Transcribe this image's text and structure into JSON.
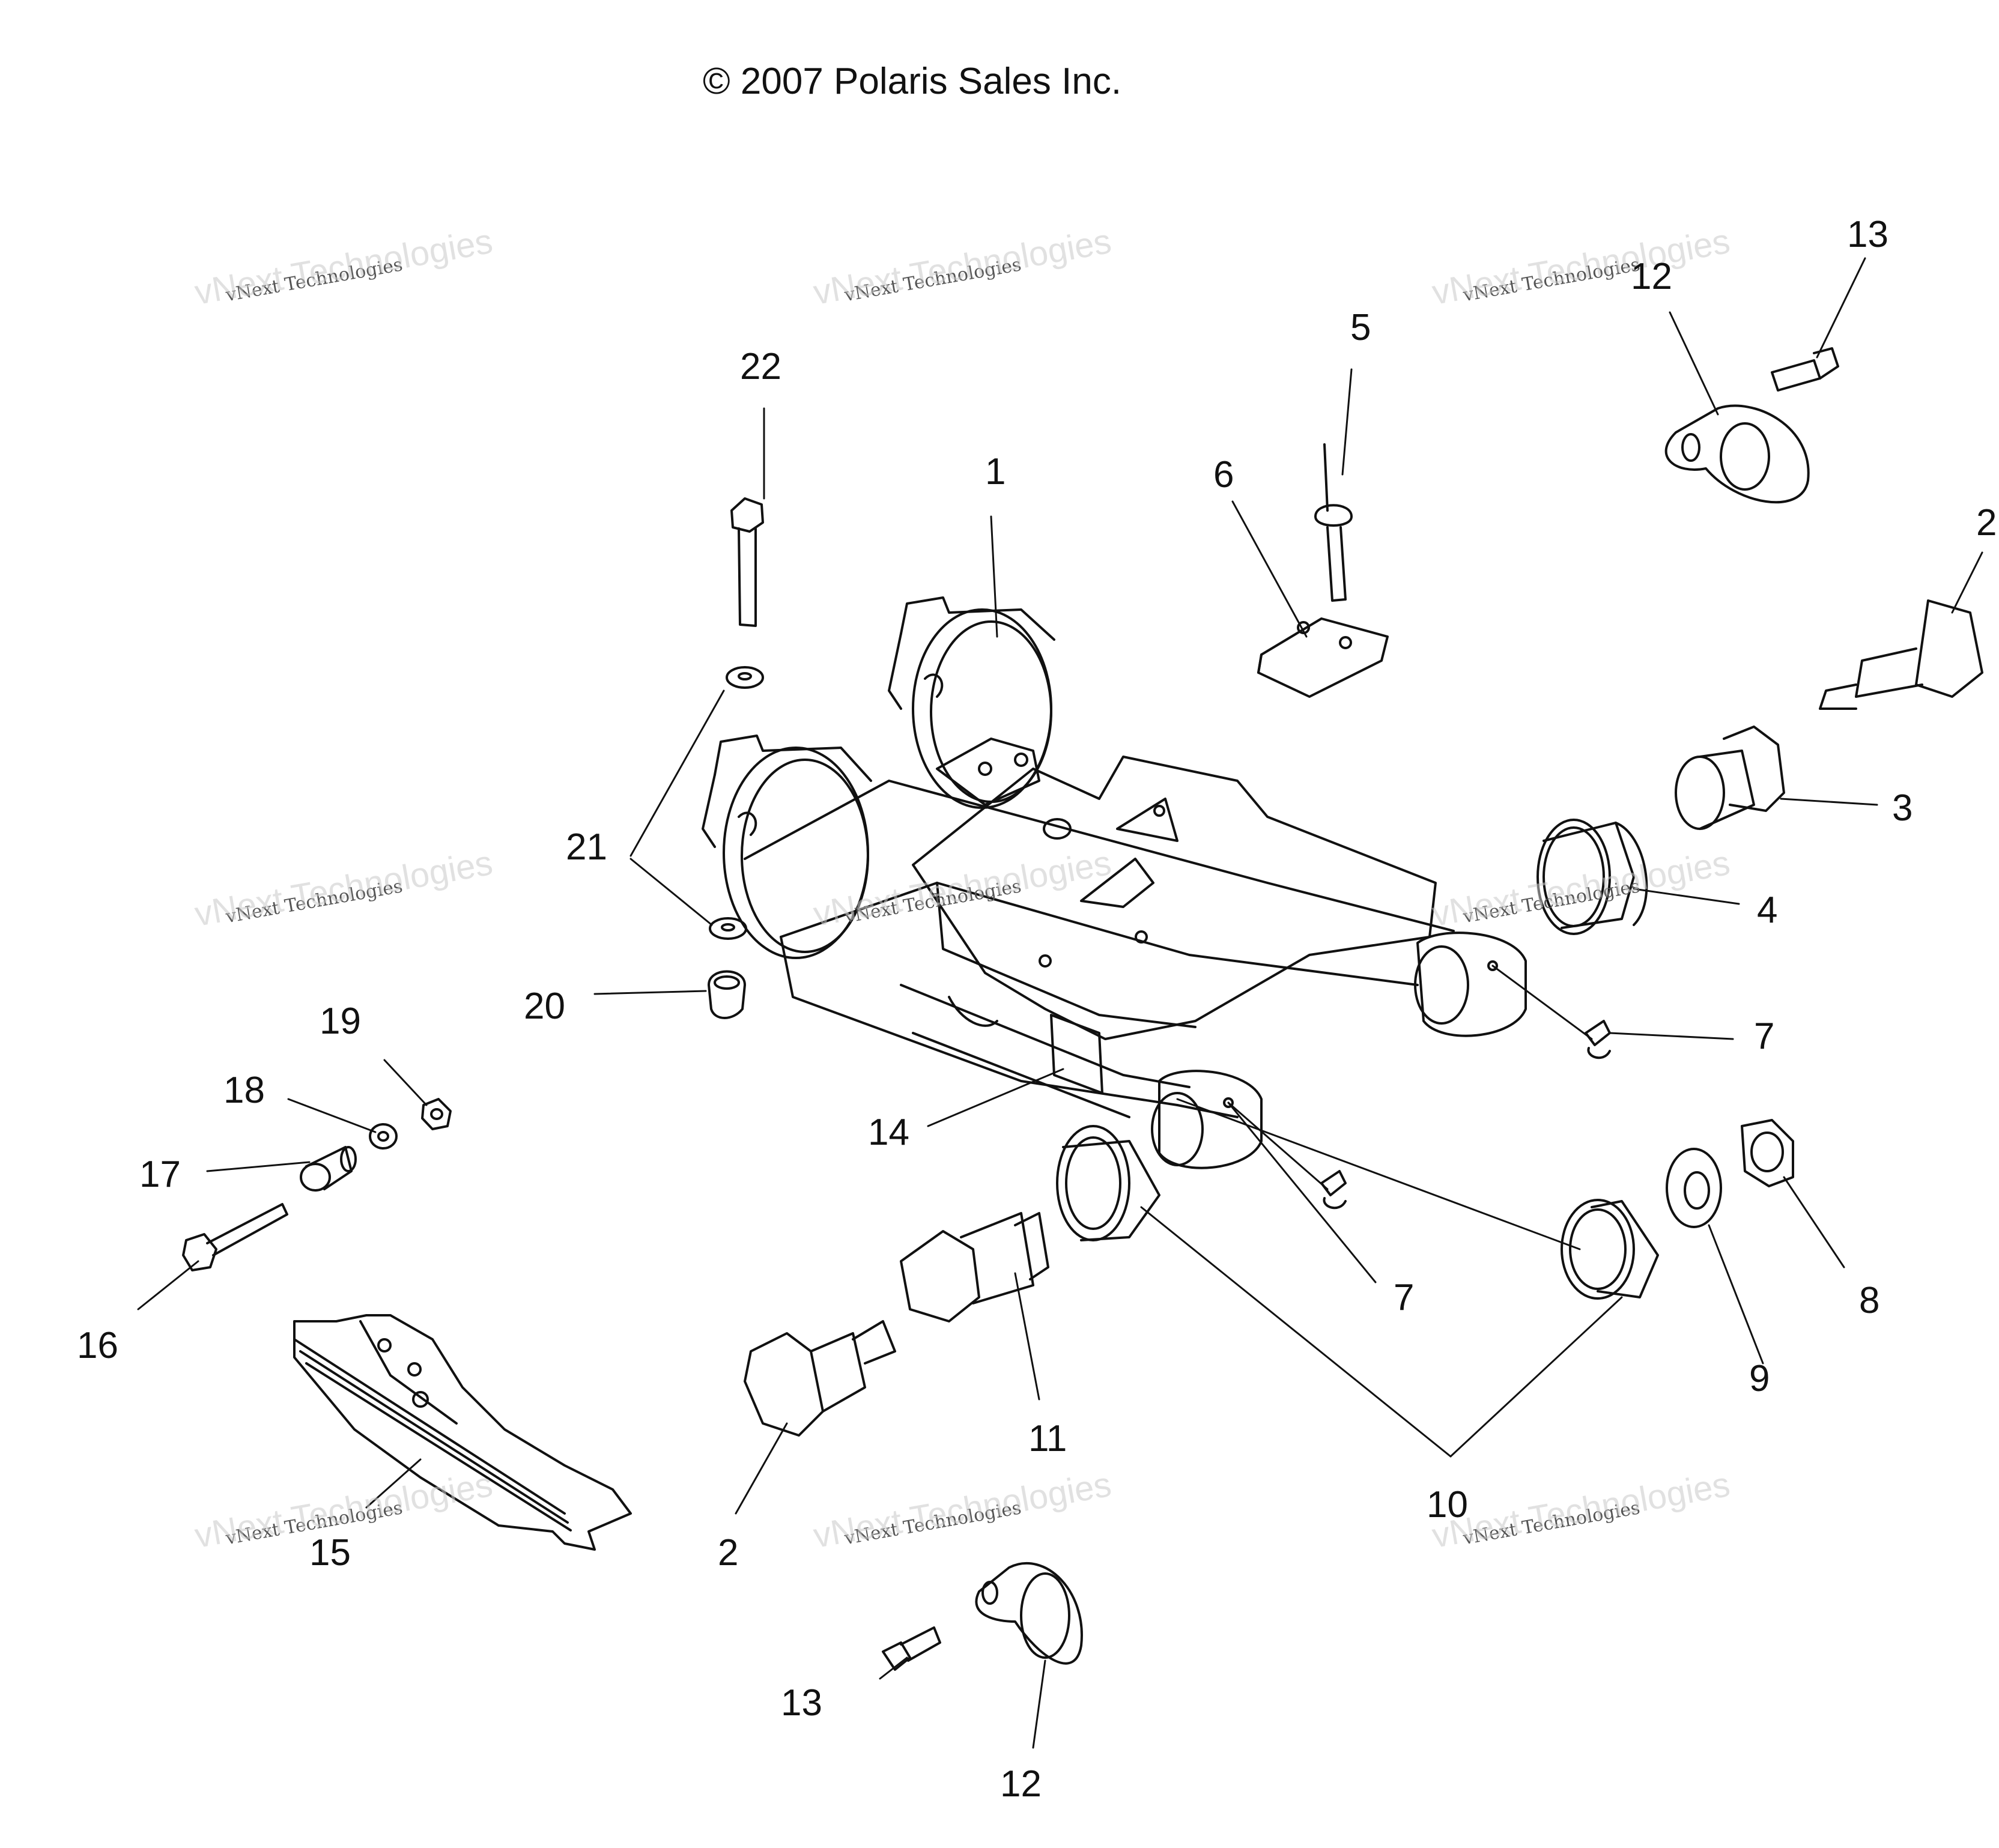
{
  "copyright": "© 2007 Polaris Sales Inc.",
  "watermark": {
    "brand": "vNext Technologies",
    "line": "vNext Technologies"
  },
  "callouts": {
    "c1": "1",
    "c2_top": "2",
    "c2_bottom": "2",
    "c3": "3",
    "c4": "4",
    "c5": "5",
    "c6": "6",
    "c7_right": "7",
    "c7_lower": "7",
    "c8": "8",
    "c9": "9",
    "c10": "10",
    "c11": "11",
    "c12_top": "12",
    "c12_bottom": "12",
    "c13_top": "13",
    "c13_bottom": "13",
    "c14": "14",
    "c15": "15",
    "c16": "16",
    "c17": "17",
    "c18": "18",
    "c19": "19",
    "c20": "20",
    "c21": "21",
    "c22": "22"
  },
  "colors": {
    "line": "#111111",
    "watermark": "#c9c9c9"
  }
}
